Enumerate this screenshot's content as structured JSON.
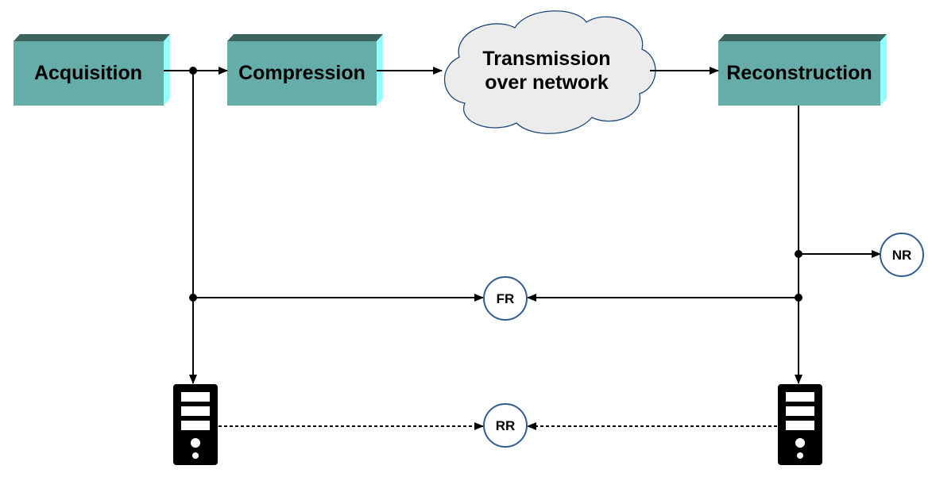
{
  "blocks": {
    "acquisition": "Acquisition",
    "compression": "Compression",
    "reconstruction": "Reconstruction"
  },
  "cloud": {
    "line1": "Transmission",
    "line2": "over network"
  },
  "metrics": {
    "nr": "NR",
    "fr": "FR",
    "rr": "RR"
  },
  "colors": {
    "block_face": "#66ADAA",
    "block_top": "#3E6460",
    "block_side": "#8FFFFF",
    "cloud_fill": "#ECECEC",
    "circle_stroke": "#2F5C93",
    "server": "#000000"
  },
  "icons": {
    "server_left": "server-icon",
    "server_right": "server-icon"
  }
}
